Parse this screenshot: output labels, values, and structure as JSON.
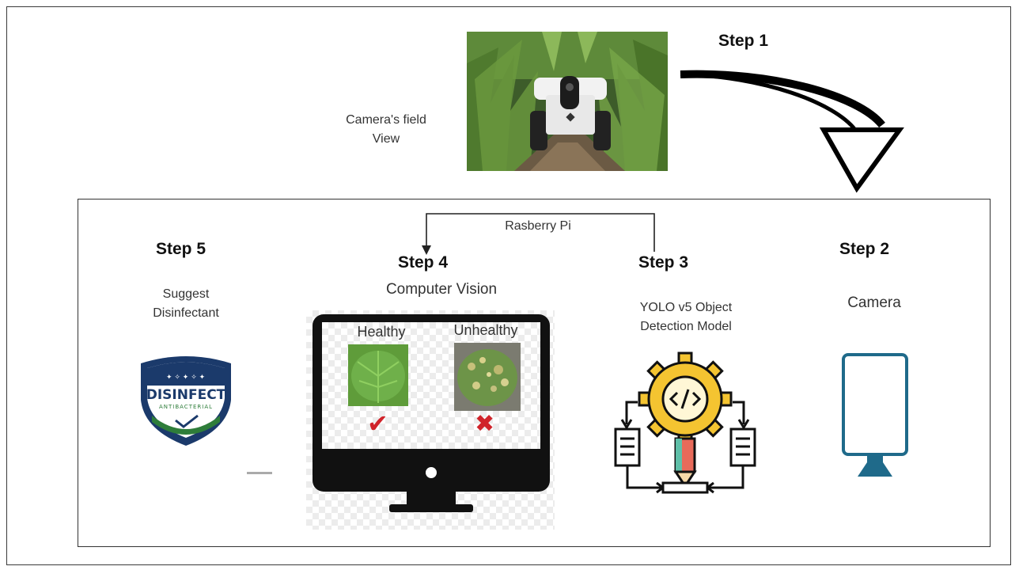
{
  "step1": {
    "label": "Step 1",
    "field_caption": "Camera's field View"
  },
  "step2": {
    "label": "Step 2",
    "desc": "Camera"
  },
  "step3": {
    "label": "Step 3",
    "desc": "YOLO v5 Object Detection Model"
  },
  "step4": {
    "label": "Step 4",
    "desc": "Computer Vision",
    "healthy_label": "Healthy",
    "unhealthy_label": "Unhealthy"
  },
  "step5": {
    "label": "Step 5",
    "desc": "Suggest Disinfectant",
    "badge_title": "DISINFECT",
    "badge_subtitle": "ANTIBACTERIAL"
  },
  "connector": {
    "label": "Rasberry Pi"
  },
  "colors": {
    "camera_blue": "#1f6a8a",
    "check_red": "#d0232a",
    "badge_navy": "#1b3a6b",
    "badge_green": "#2e7d3a",
    "gear_yellow": "#f4c431"
  }
}
